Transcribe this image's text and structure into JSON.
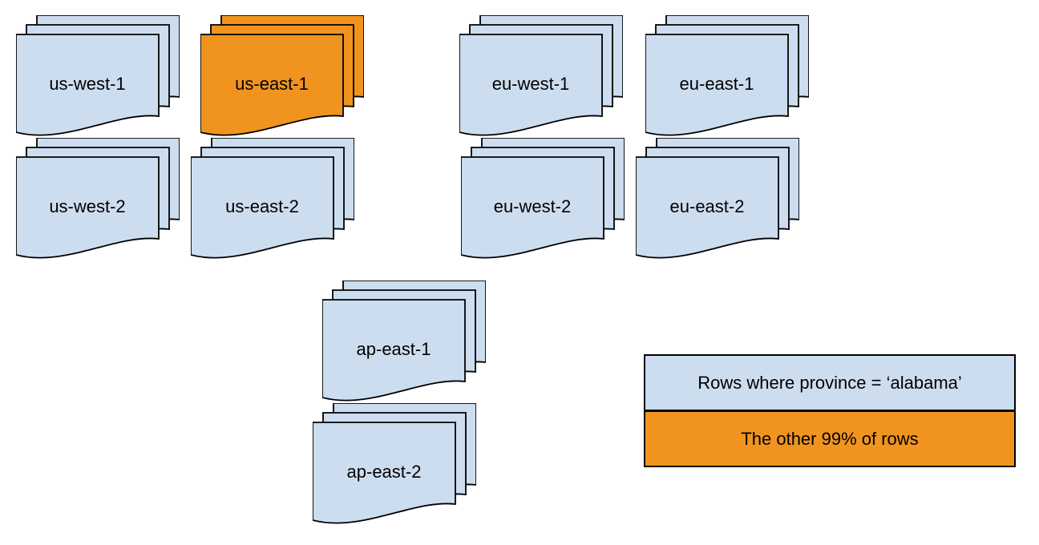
{
  "diagram": {
    "title": "",
    "stacks": [
      {
        "label": "us-west-1",
        "color": "blue"
      },
      {
        "label": "us-east-1",
        "color": "orange"
      },
      {
        "label": "eu-west-1",
        "color": "blue"
      },
      {
        "label": "eu-east-1",
        "color": "blue"
      },
      {
        "label": "us-west-2",
        "color": "blue"
      },
      {
        "label": "us-east-2",
        "color": "blue"
      },
      {
        "label": "eu-west-2",
        "color": "blue"
      },
      {
        "label": "eu-east-2",
        "color": "blue"
      },
      {
        "label": "ap-east-1",
        "color": "blue"
      },
      {
        "label": "ap-east-2",
        "color": "blue"
      }
    ],
    "legend": {
      "items": [
        {
          "label": "Rows where province = ‘alabama’",
          "color": "blue"
        },
        {
          "label": "The other 99% of rows",
          "color": "orange"
        }
      ]
    },
    "colors": {
      "blue": "#cdddf0",
      "orange": "#f0941f",
      "stroke": "#000000",
      "background": "#ffffff"
    }
  }
}
